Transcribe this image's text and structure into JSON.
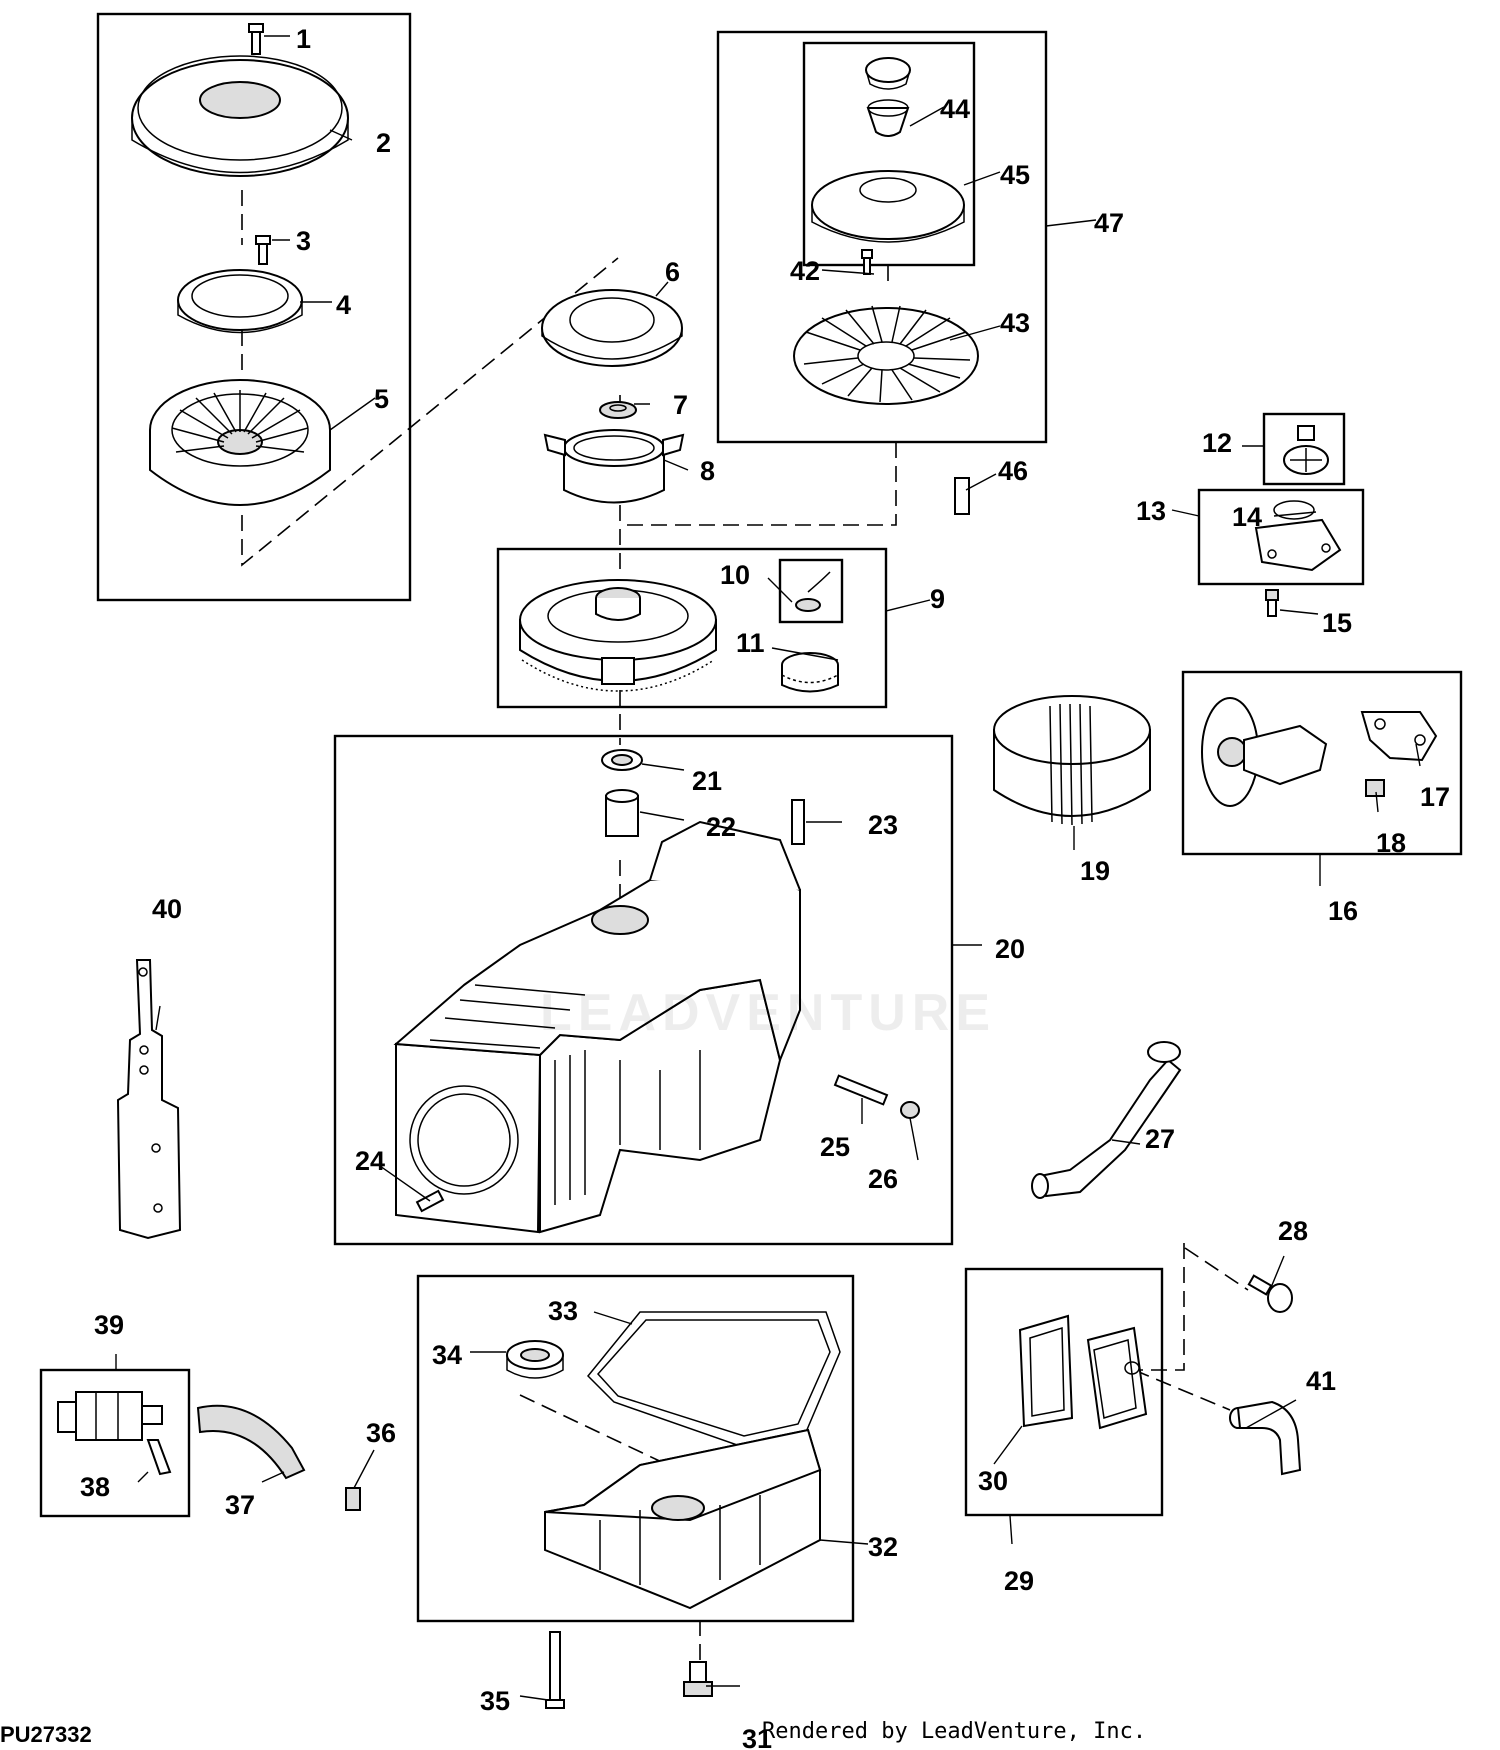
{
  "figure_id": "PU27332",
  "credit": "Rendered by LeadVenture, Inc.",
  "watermark": "LEADVENTURE",
  "callouts": [
    "1",
    "2",
    "3",
    "4",
    "5",
    "6",
    "7",
    "8",
    "9",
    "10",
    "11",
    "12",
    "13",
    "14",
    "15",
    "16",
    "17",
    "18",
    "19",
    "20",
    "21",
    "22",
    "23",
    "24",
    "25",
    "26",
    "27",
    "28",
    "29",
    "30",
    "31",
    "32",
    "33",
    "34",
    "35",
    "36",
    "37",
    "38",
    "39",
    "40",
    "41",
    "42",
    "43",
    "44",
    "45",
    "46",
    "47"
  ]
}
